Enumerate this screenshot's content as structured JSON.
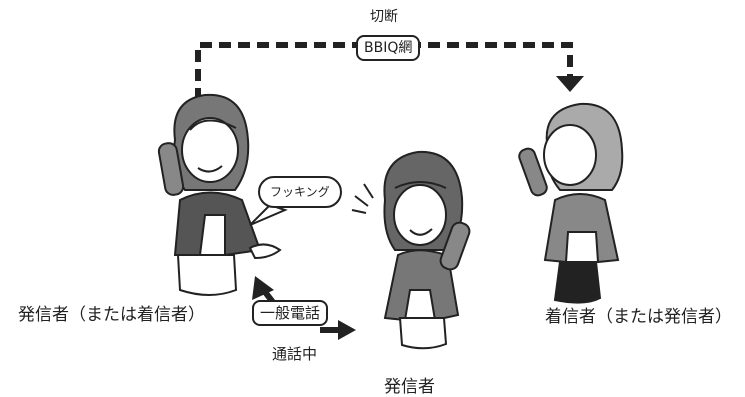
{
  "diagram": {
    "top_label": "切断",
    "network_label": "BBIQ網",
    "hooking_bubble": "フッキング",
    "call_label": "一般電話",
    "status_label": "通話中",
    "left_caller_label": "発信者（または着信者）",
    "right_receiver_label": "着信者（または発信者）",
    "center_caller_label": "発信者"
  }
}
